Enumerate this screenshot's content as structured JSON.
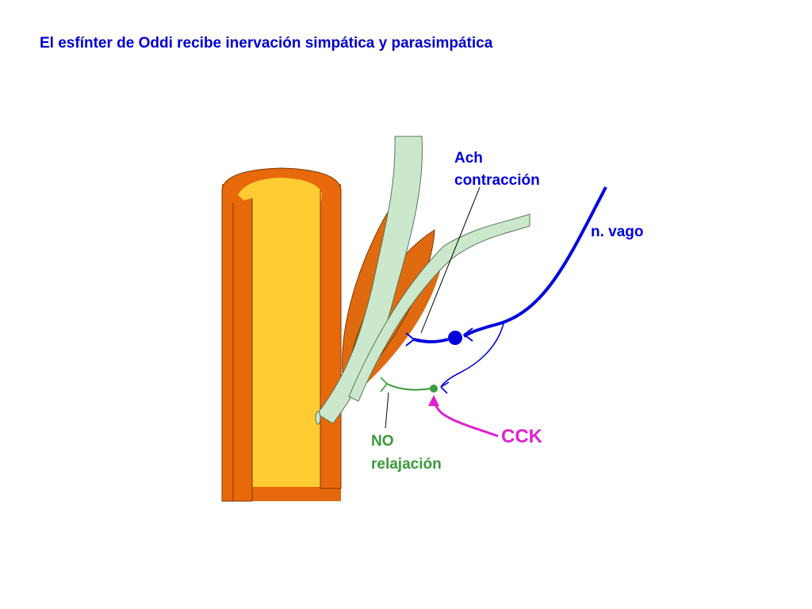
{
  "title": "El esfínter de Oddi recibe inervación simpática y parasimpática",
  "labels": {
    "ach_line1": "Ach",
    "ach_line2": "contracción",
    "vagus": "n. vago",
    "no_line1": "NO",
    "no_line2": "relajación",
    "cck": "CCK"
  },
  "colors": {
    "title": "#0000cc",
    "duct_outer": "#e8680c",
    "duct_inner": "#ffcc33",
    "muscle": "#e06a10",
    "nerve_fiber": "#cce8cc",
    "vagus": "#0000dd",
    "no_neuron": "#3a9a3a",
    "cck": "#e020d0",
    "leader": "#000000"
  }
}
